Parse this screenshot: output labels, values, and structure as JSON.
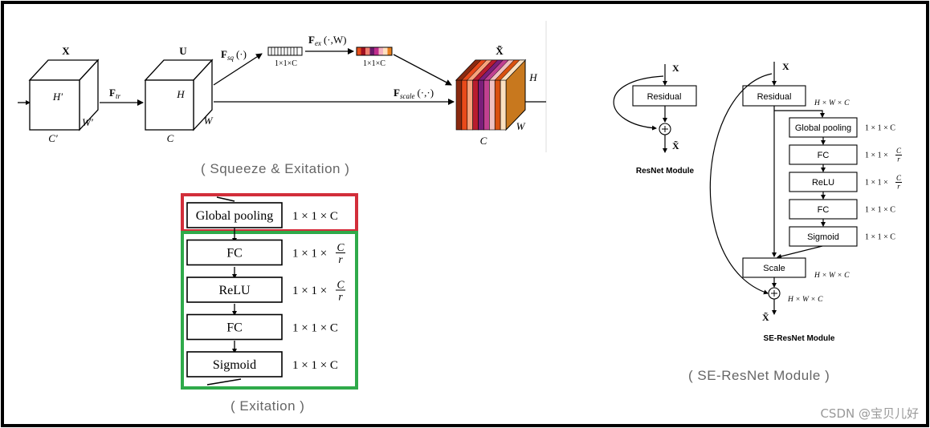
{
  "se_block": {
    "input_label": "X",
    "u_label": "U",
    "output_label": "X̃",
    "f_tr": "F",
    "f_tr_sub": "tr",
    "f_sq": "F",
    "f_sq_sub": "sq",
    "f_sq_arg": "(·)",
    "f_ex": "F",
    "f_ex_sub": "ex",
    "f_ex_arg": "(·,W)",
    "f_scale": "F",
    "f_scale_sub": "scale",
    "f_scale_arg": "(·,·)",
    "vec_label_1": "1×1×C",
    "vec_label_2": "1×1×C",
    "cube1": {
      "h": "H′",
      "w": "W′",
      "c": "C′"
    },
    "cube2": {
      "h": "H",
      "w": "W",
      "c": "C"
    },
    "cube3": {
      "h": "H",
      "w": "W",
      "c": "C"
    },
    "colors": {
      "slices": [
        "#8a2a10",
        "#e84a1a",
        "#f7a37c",
        "#b81c2e",
        "#7a1e7a",
        "#c04090",
        "#f0c0c0",
        "#d85010",
        "#fbe0c0"
      ],
      "excite": [
        "#e8501c",
        "#a01020",
        "#f08070",
        "#6a1a6a",
        "#c02c8c",
        "#f4b0c0",
        "#ffe0c0",
        "#e88020"
      ],
      "outer": "#c8781e"
    },
    "caption": "( Squeeze & Exitation )"
  },
  "excitation": {
    "rows": [
      {
        "label": "Global pooling",
        "dim": "1 × 1 × C"
      },
      {
        "label": "FC",
        "dim": "1 × 1 × ",
        "frac_num": "C",
        "frac_den": "r"
      },
      {
        "label": "ReLU",
        "dim": "1 × 1 × ",
        "frac_num": "C",
        "frac_den": "r"
      },
      {
        "label": "FC",
        "dim": "1 × 1 × C"
      },
      {
        "label": "Sigmoid",
        "dim": "1 × 1 × C"
      }
    ],
    "colors": {
      "red_box": "#d22e3a",
      "green_box": "#2faa4a"
    },
    "caption": "( Exitation )"
  },
  "resnet": {
    "input_label": "X",
    "residual": "Residual",
    "output_label": "X̃",
    "title": "ResNet Module"
  },
  "se_resnet": {
    "input_label": "X",
    "residual": "Residual",
    "residual_dim": "H × W × C",
    "rows": [
      {
        "label": "Global pooling",
        "dim": "1 × 1 × C"
      },
      {
        "label": "FC",
        "dim": "1 × 1 × ",
        "frac_num": "C",
        "frac_den": "r"
      },
      {
        "label": "ReLU",
        "dim": "1 × 1 × ",
        "frac_num": "C",
        "frac_den": "r"
      },
      {
        "label": "FC",
        "dim": "1 × 1 × C"
      },
      {
        "label": "Sigmoid",
        "dim": "1 × 1 × C"
      }
    ],
    "scale": "Scale",
    "scale_dim": "H × W × C",
    "sum_dim": "H × W × C",
    "output_label": "X̃",
    "title": "SE-ResNet Module",
    "caption": "( SE-ResNet Module )"
  },
  "watermark": "CSDN @宝贝儿好"
}
